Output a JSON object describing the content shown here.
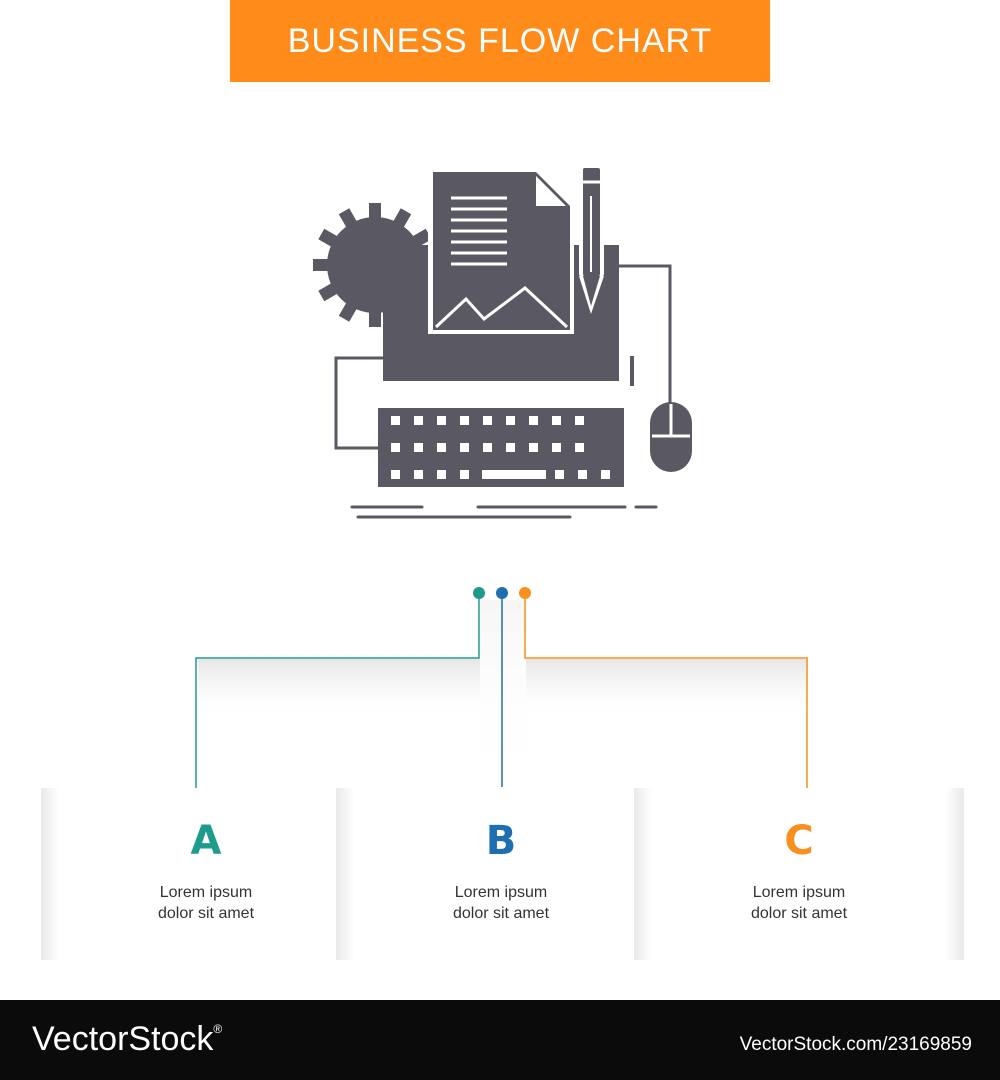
{
  "title": "BUSINESS FLOW CHART",
  "colors": {
    "banner": "#ff8c1a",
    "teal": "#1e9b8c",
    "blue": "#1e6fb0",
    "orange": "#f7901e",
    "icon": "#5a5963"
  },
  "steps": [
    {
      "letter": "A",
      "line1": "Lorem ipsum",
      "line2": "dolor sit amet"
    },
    {
      "letter": "B",
      "line1": "Lorem ipsum",
      "line2": "dolor sit amet"
    },
    {
      "letter": "C",
      "line1": "Lorem ipsum",
      "line2": "dolor sit amet"
    }
  ],
  "footer": {
    "logo": "VectorStock",
    "registered": "®",
    "image_id": "VectorStock.com/23169859"
  },
  "icons": {
    "illustration": "typewriter-document-gear-pencil-mouse-icon"
  }
}
